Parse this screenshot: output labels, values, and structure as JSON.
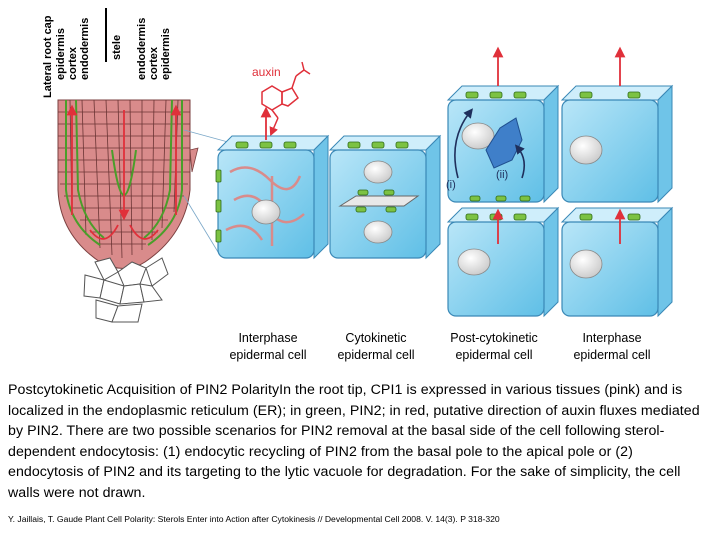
{
  "figure": {
    "tissue_labels": [
      "Lateral root cap",
      "epidermis",
      "cortex",
      "endodermis",
      "stele",
      "endodermis",
      "cortex",
      "epidermis"
    ],
    "auxin_label": "auxin",
    "scenario_labels": [
      "(i)",
      "(ii)"
    ],
    "panels": [
      {
        "line1": "Interphase",
        "line2": "epidermal cell"
      },
      {
        "line1": "Cytokinetic",
        "line2": "epidermal cell"
      },
      {
        "line1": "Post-cytokinetic",
        "line2": "epidermal cell"
      },
      {
        "line1": "Interphase",
        "line2": "epidermal cell"
      }
    ],
    "colors": {
      "cell_blue": "#8fd3f0",
      "pin2_green": "#7cc243",
      "cpi1_pink": "#d98b8b",
      "auxin_red": "#e0303a",
      "nucleus_white": "#f2f2f2"
    }
  },
  "caption": "Postcytokinetic Acquisition of PIN2 PolarityIn the root tip, CPI1 is expressed in various tissues (pink) and is localized in the endoplasmic reticulum (ER); in green, PIN2; in red, putative direction of auxin fluxes mediated by PIN2. There are two possible scenarios for PIN2 removal at the basal side of the cell following sterol-dependent endocytosis: (1) endocytic recycling of PIN2 from the basal pole to the apical pole or (2) endocytosis of PIN2 and its targeting to the lytic vacuole for degradation. For the sake of simplicity, the cell walls were not drawn.",
  "reference": "Y. Jaillais, T. Gaude Plant Cell Polarity: Sterols Enter into Action after Cytokinesis // Developmental Cell 2008. V. 14(3). P 318-320"
}
